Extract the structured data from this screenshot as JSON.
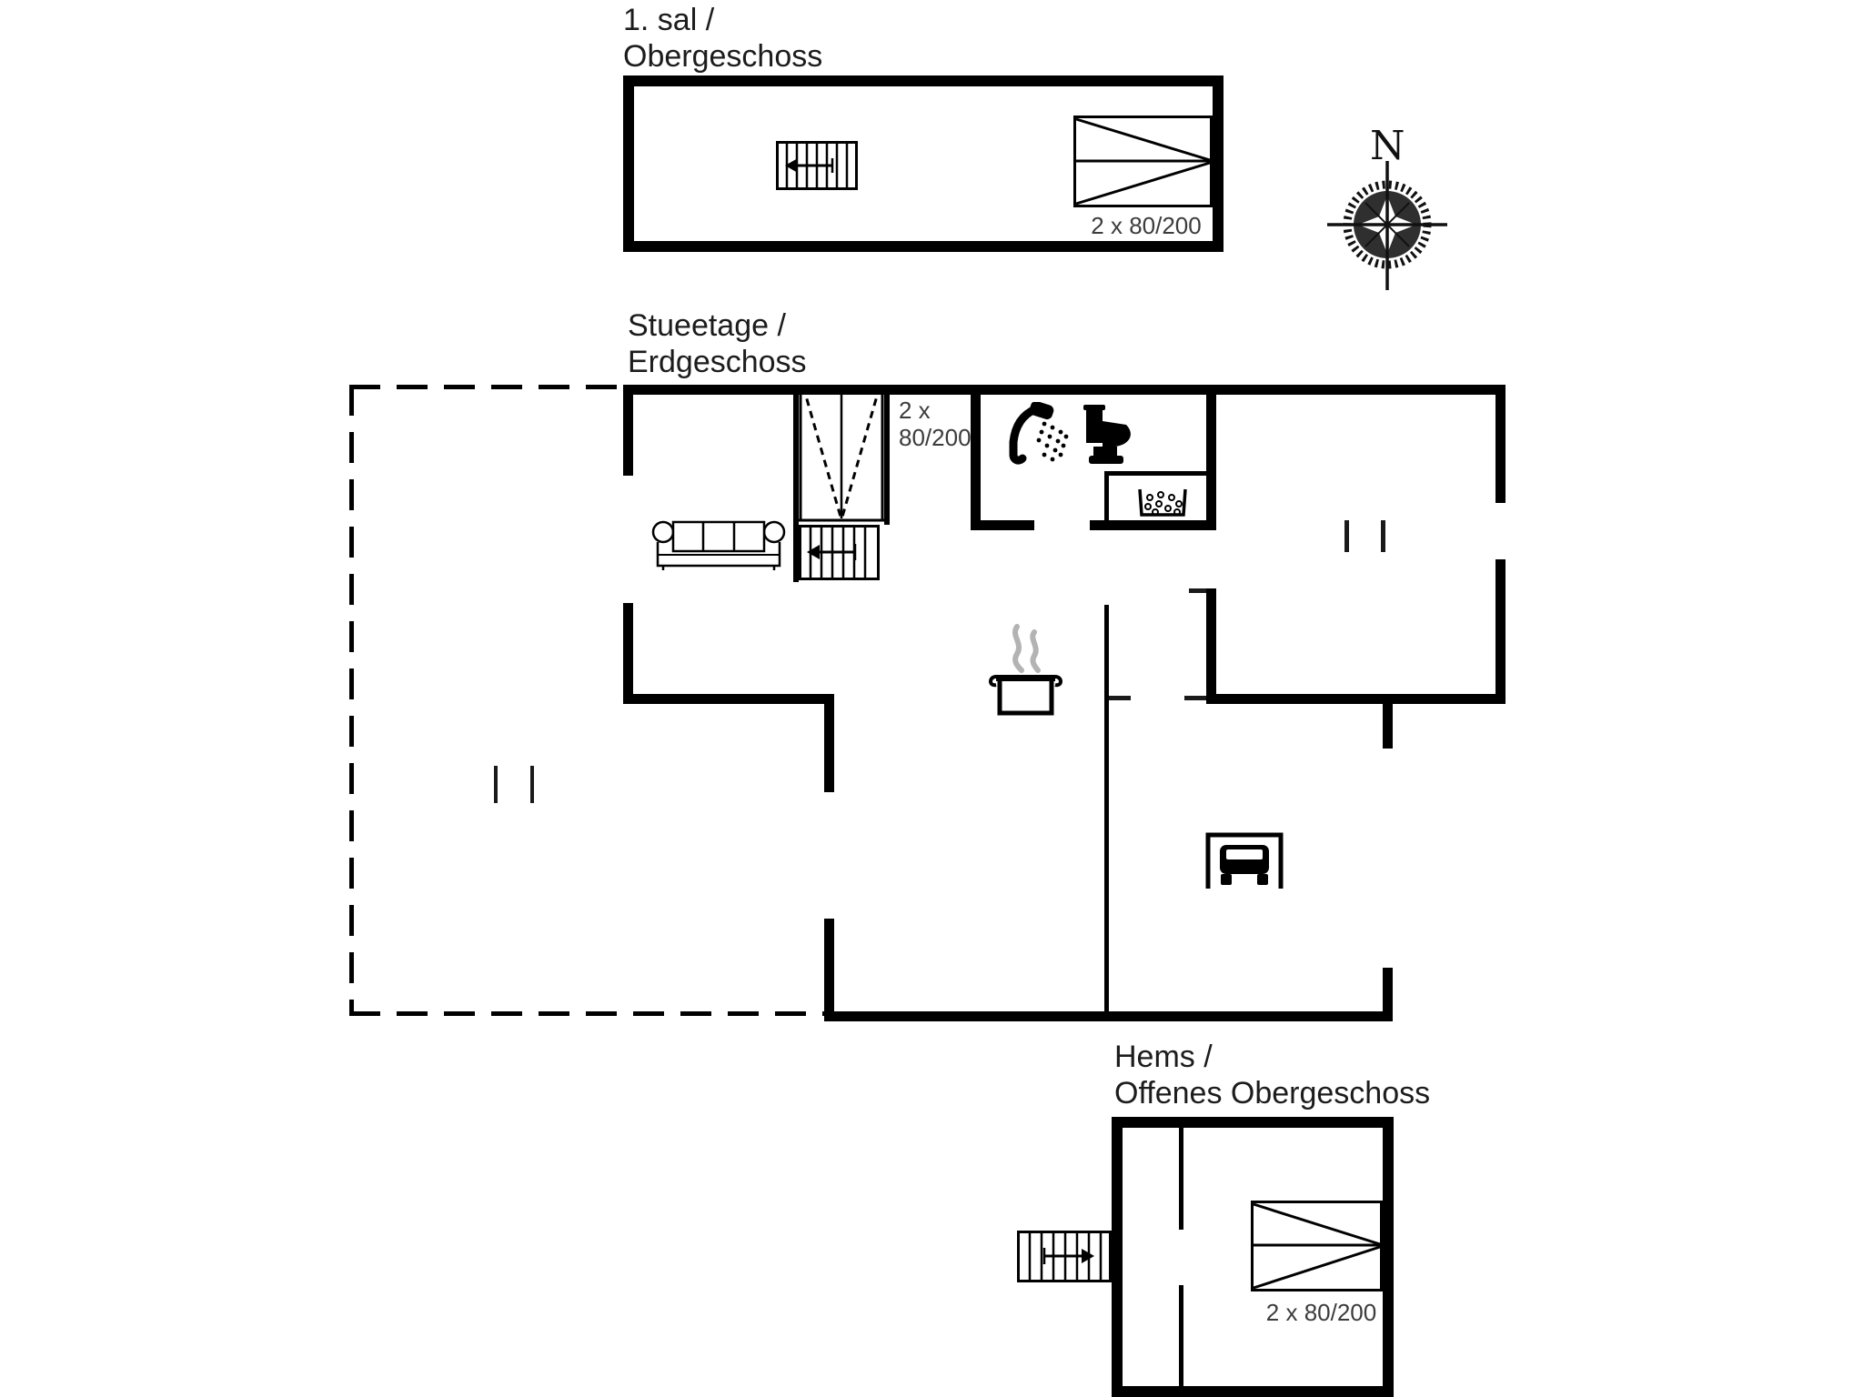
{
  "document": {
    "type": "floor-plan",
    "background": "#ffffff"
  },
  "floors": {
    "upper": {
      "title_line1": "1. sal /",
      "title_line2": "Obergeschoss",
      "bed_label": "2 x 80/200"
    },
    "ground": {
      "title_line1": "Stueetage /",
      "title_line2": "Erdgeschoss",
      "bed_label_line1": "2 x",
      "bed_label_line2": "80/200"
    },
    "hems": {
      "title_line1": "Hems /",
      "title_line2": "Offenes Obergeschoss",
      "bed_label": "2 x 80/200"
    }
  },
  "compass": {
    "north_label": "N"
  },
  "icons": [
    "stairs-icon",
    "double-bed-icon",
    "sofa-icon",
    "shower-icon",
    "toilet-icon",
    "washbasin-icon",
    "cooking-pot-icon",
    "car-icon",
    "compass-rose-icon",
    "window-marker",
    "door-opening-marker"
  ],
  "colors": {
    "wall": "#000000",
    "text": "#1c1c1c",
    "dimension_label": "#3c3c3c",
    "steam": "#b3b3b3",
    "background": "#ffffff"
  }
}
